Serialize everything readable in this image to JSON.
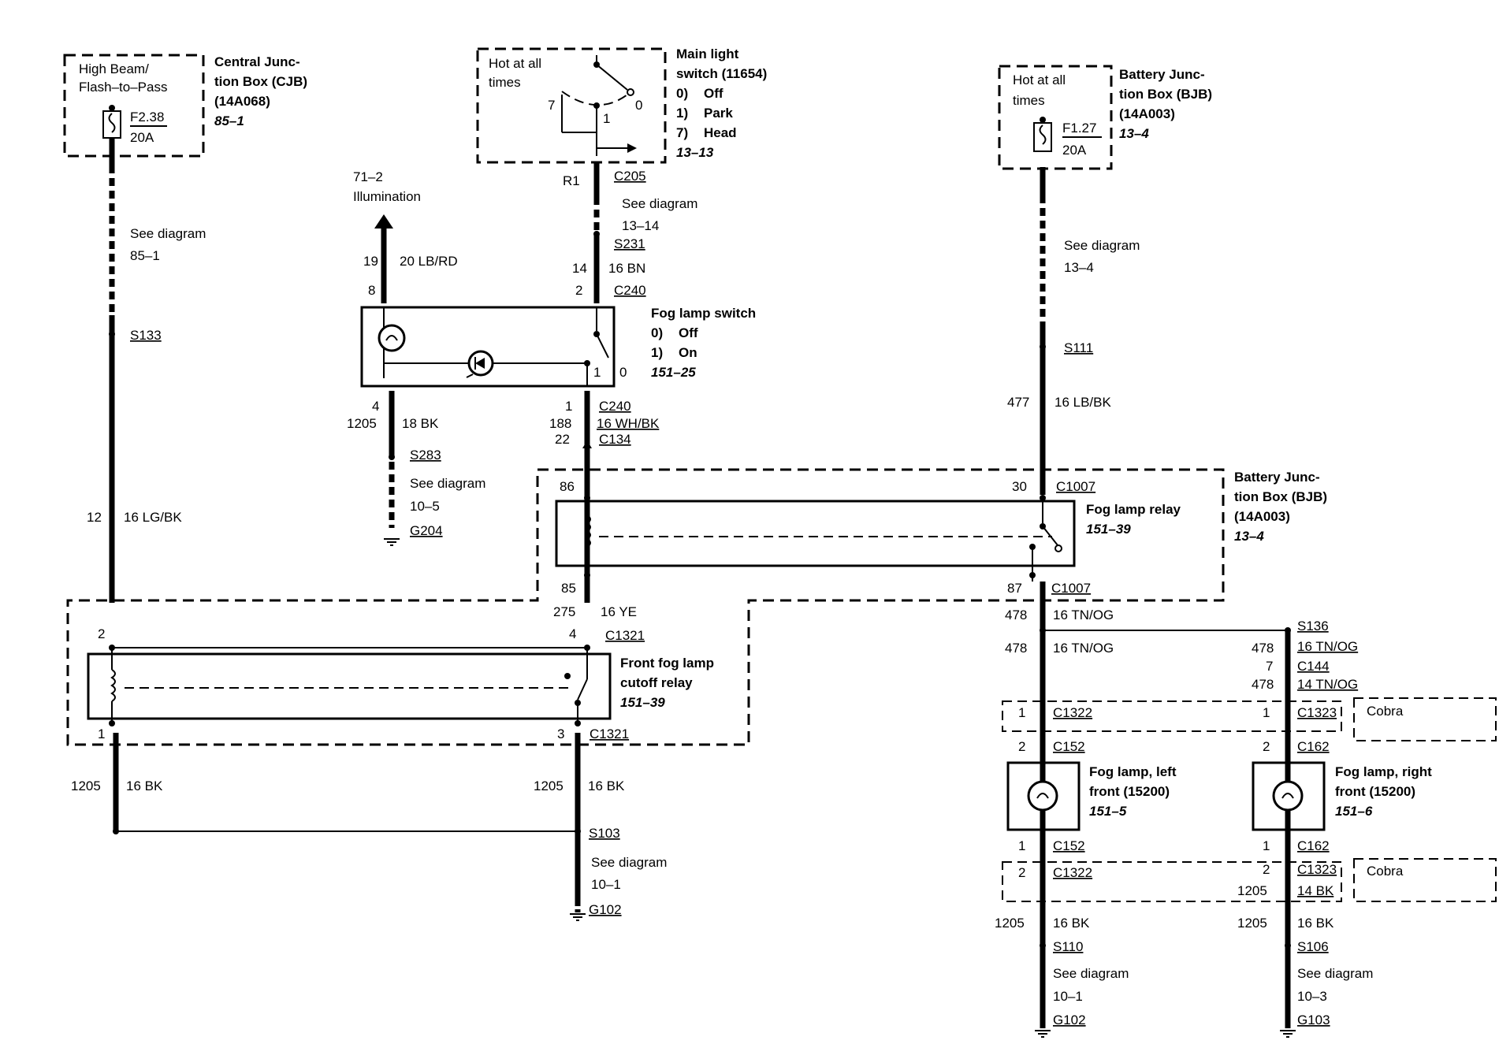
{
  "cjb": {
    "fuse_title1": "High Beam/",
    "fuse_title2": "Flash–to–Pass",
    "fuse_id": "F2.38",
    "fuse_amp": "20A",
    "name1": "Central Junc-",
    "name2": "tion Box (CJB)",
    "part": "(14A068)",
    "ref": "85–1",
    "see1": "See diagram",
    "see2": "85–1",
    "splice": "S133",
    "pin": "12",
    "wire": "16 LG/BK"
  },
  "main_switch": {
    "hot1": "Hot at all",
    "hot2": "times",
    "pos7": "7",
    "pos0": "0",
    "pos1": "1",
    "name1": "Main light",
    "name2": "switch (11654)",
    "opt0_num": "0)",
    "opt0": "Off",
    "opt1_num": "1)",
    "opt1": "Park",
    "opt7_num": "7)",
    "opt7": "Head",
    "ref": "13–13",
    "wire_code": "R1",
    "connector": "C205",
    "see1": "See diagram",
    "see2": "13–14",
    "splice": "S231",
    "pin": "14",
    "wire": "16 BN"
  },
  "illumination": {
    "ref": "71–2",
    "label": "Illumination",
    "pin": "19",
    "wire": "20 LB/RD"
  },
  "fog_switch": {
    "pin_left": "8",
    "pin_right": "2",
    "connector_top": "C240",
    "name": "Fog lamp switch",
    "opt0_num": "0)",
    "opt0": "Off",
    "opt1_num": "1)",
    "opt1": "On",
    "ref": "151–25",
    "pos1": "1",
    "pos0": "0",
    "pin_bottom_left": "4",
    "pin_bottom_right": "1",
    "connector_bottom": "C240",
    "wire_left_circuit": "1205",
    "wire_left": "18 BK",
    "wire_right_circuit": "188",
    "wire_right": "16 WH/BK",
    "pin_c134": "22",
    "connector_c134": "C134",
    "splice": "S283",
    "see1": "See diagram",
    "see2": "10–5",
    "ground": "G204"
  },
  "bjb_top": {
    "hot1": "Hot at all",
    "hot2": "times",
    "fuse_id": "F1.27",
    "fuse_amp": "20A",
    "name1": "Battery Junc-",
    "name2": "tion Box (BJB)",
    "part": "(14A003)",
    "ref": "13–4",
    "see1": "See diagram",
    "see2": "13–4",
    "splice": "S111",
    "circuit": "477",
    "wire": "16 LB/BK"
  },
  "fog_relay": {
    "pin86": "86",
    "pin30": "30",
    "connector_top": "C1007",
    "name": "Fog lamp relay",
    "ref": "151–39",
    "pin85": "85",
    "pin87": "87",
    "connector_bottom": "C1007",
    "bjb_name1": "Battery Junc-",
    "bjb_name2": "tion Box (BJB)",
    "bjb_part": "(14A003)",
    "bjb_ref": "13–4"
  },
  "cutoff_relay": {
    "circuit": "275",
    "wire": "16 YE",
    "pin2": "2",
    "pin4": "4",
    "connector_top": "C1321",
    "name1": "Front fog lamp",
    "name2": "cutoff relay",
    "ref": "151–39",
    "pin1": "1",
    "pin3": "3",
    "connector_bottom": "C1321"
  },
  "ground_left": {
    "circuit_a": "1205",
    "wire_a": "16 BK",
    "circuit_b": "1205",
    "wire_b": "16 BK",
    "splice": "S103",
    "see1": "See diagram",
    "see2": "10–1",
    "ground": "G102"
  },
  "left_lamp": {
    "circuit_top": "478",
    "wire_top": "16 TN/OG",
    "circuit": "478",
    "wire": "16 TN/OG",
    "c1322_pin": "1",
    "c1322": "C1322",
    "pin2": "2",
    "c152": "C152",
    "name1": "Fog lamp, left",
    "name2": "front (15200)",
    "ref": "151–5",
    "pin1": "1",
    "c152b": "C152",
    "c1322b_pin": "2",
    "c1322b": "C1322",
    "circuit_bk": "1205",
    "wire_bk": "16 BK",
    "splice": "S110",
    "see1": "See diagram",
    "see2": "10–1",
    "ground": "G102"
  },
  "right_lamp": {
    "splice_s136": "S136",
    "circuit": "478",
    "wire": "16 TN/OG",
    "c144_pin": "7",
    "c144": "C144",
    "circuit2": "478",
    "wire2": "14 TN/OG",
    "c1323_pin": "1",
    "c1323": "C1323",
    "cobra": "Cobra",
    "pin2": "2",
    "c162": "C162",
    "name1": "Fog lamp, right",
    "name2": "front (15200)",
    "ref": "151–6",
    "pin1": "1",
    "c162b": "C162",
    "c1323b_pin": "2",
    "c1323b": "C1323",
    "cobra_b": "Cobra",
    "circuit_14bk": "1205",
    "wire_14bk": "14 BK",
    "circuit_bk": "1205",
    "wire_bk": "16 BK",
    "splice": "S106",
    "see1": "See diagram",
    "see2": "10–3",
    "ground": "G103"
  }
}
